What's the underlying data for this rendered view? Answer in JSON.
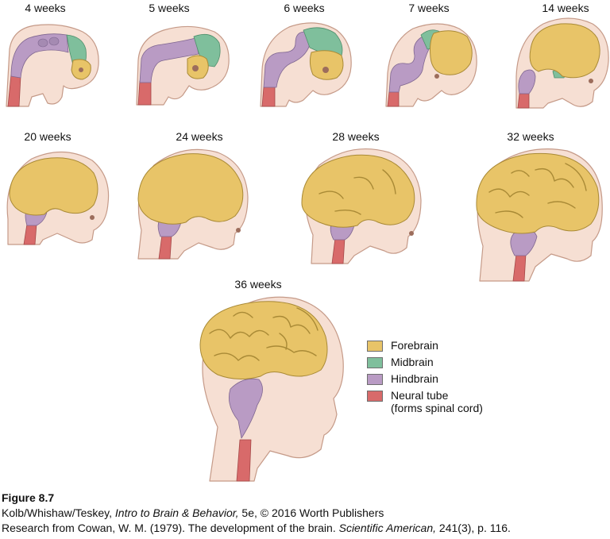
{
  "colors": {
    "forebrain": "#e8c468",
    "midbrain": "#7fbf9c",
    "hindbrain": "#b99bc4",
    "neural_tube": "#d86a6a",
    "skin": "#f6dfd3",
    "skin_outline": "#c59a88"
  },
  "stages": [
    {
      "label": "4 weeks"
    },
    {
      "label": "5 weeks"
    },
    {
      "label": "6 weeks"
    },
    {
      "label": "7 weeks"
    },
    {
      "label": "14 weeks"
    },
    {
      "label": "20 weeks"
    },
    {
      "label": "24 weeks"
    },
    {
      "label": "28 weeks"
    },
    {
      "label": "32 weeks"
    },
    {
      "label": "36 weeks"
    }
  ],
  "legend": [
    {
      "label": "Forebrain",
      "color_key": "forebrain"
    },
    {
      "label": "Midbrain",
      "color_key": "midbrain"
    },
    {
      "label": "Hindbrain",
      "color_key": "hindbrain"
    },
    {
      "label": "Neural tube",
      "sublabel": "(forms spinal cord)",
      "color_key": "neural_tube"
    }
  ],
  "caption": {
    "figure": "Figure 8.7",
    "authors": "Kolb/Whishaw/Teskey, ",
    "book_title": "Intro to Brain & Behavior,",
    "edition": " 5e, © 2016 Worth Publishers",
    "source_prefix": "Research from Cowan, W. M. (1979). The development of the brain. ",
    "journal": "Scientific American,",
    "source_suffix": " 241(3), p. 116."
  }
}
